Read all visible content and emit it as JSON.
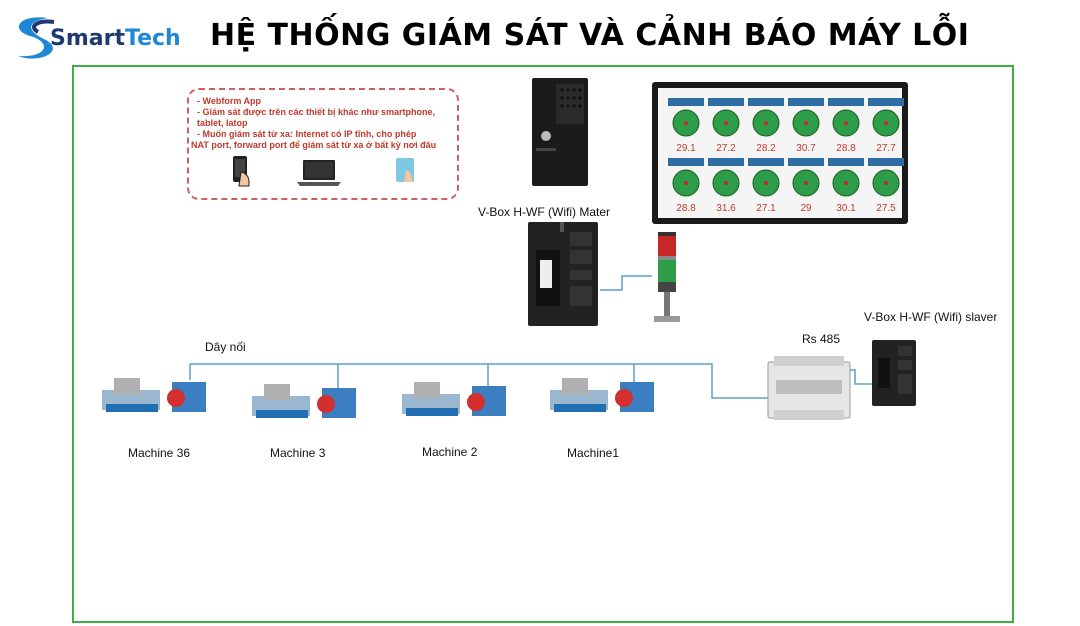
{
  "header": {
    "logo_text_a": "Smart",
    "logo_text_b": "Tech",
    "title": "HỆ THỐNG GIÁM SÁT VÀ CẢNH BÁO MÁY LỖI"
  },
  "info_box": {
    "lines": [
      "- Webform App",
      "- Giám sát được trên các thiết bị khác như smartphone,",
      "tablet, latop",
      "- Muốn giám sát từ xa: Internet có IP tĩnh, cho phép",
      "NAT port, forward port để giám sát từ xa ở bất kỳ nơi đâu"
    ],
    "devices": [
      "phone-icon",
      "laptop-icon",
      "tablet-icon"
    ]
  },
  "monitor": {
    "gauge_values": [
      "29.1",
      "27.2",
      "28.2",
      "30.7",
      "28.8",
      "27.7",
      "28.8",
      "31.6",
      "27.1",
      "29",
      "30.1",
      "27.5"
    ]
  },
  "labels": {
    "master": "V-Box H-WF (Wifi) Mater",
    "slaver": "V-Box H-WF (Wifi) slaver",
    "rs485": "Rs 485",
    "wire": "Dây nối",
    "machines": [
      "Machine 36",
      "Machine 3",
      "Machine 2",
      "Machine1"
    ]
  },
  "colors": {
    "frame": "#3cb043",
    "info_text": "#c0392b",
    "wire": "#5aa0c8",
    "logo_dark": "#1e3a6e",
    "logo_light": "#1e88d6",
    "gauge_green": "#2e9d4a",
    "gauge_value": "#c0392b"
  }
}
